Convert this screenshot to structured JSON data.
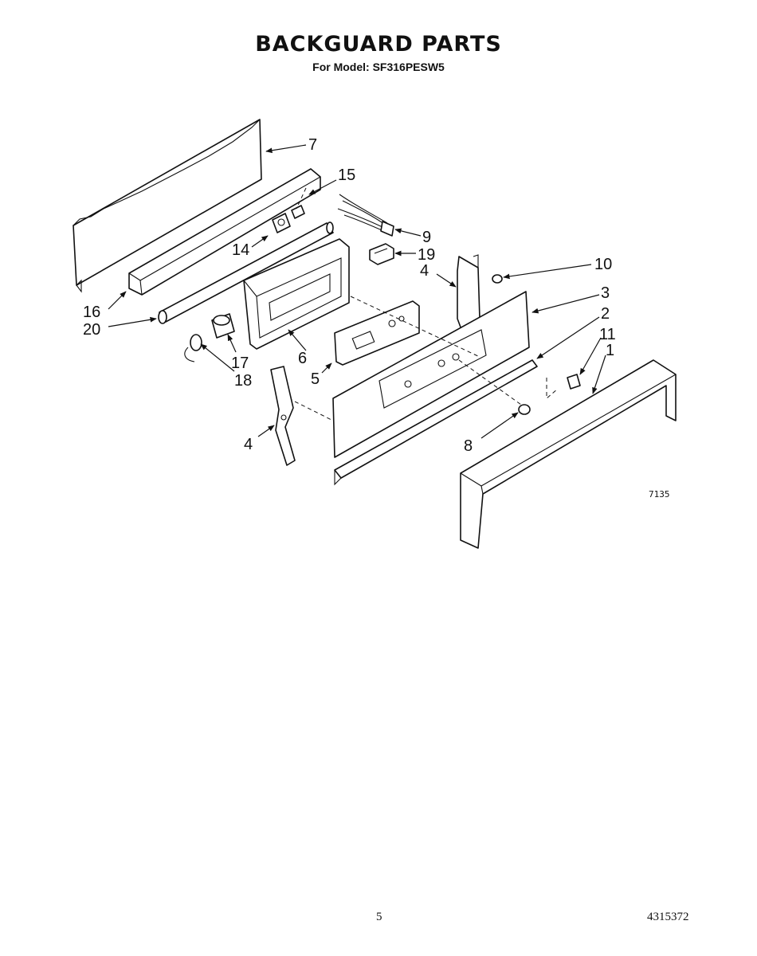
{
  "title": "BACKGUARD PARTS",
  "subtitle": "For Model: SF316PESW5",
  "figure_number": "7135",
  "callouts": {
    "c1": "1",
    "c2": "2",
    "c3": "3",
    "c4a": "4",
    "c4b": "4",
    "c5": "5",
    "c6": "6",
    "c7": "7",
    "c8": "8",
    "c9": "9",
    "c10": "10",
    "c11": "11",
    "c14": "14",
    "c15": "15",
    "c16": "16",
    "c17": "17",
    "c18": "18",
    "c19": "19",
    "c20": "20"
  },
  "footer": {
    "page_number": "5",
    "document_number": "4315372"
  }
}
